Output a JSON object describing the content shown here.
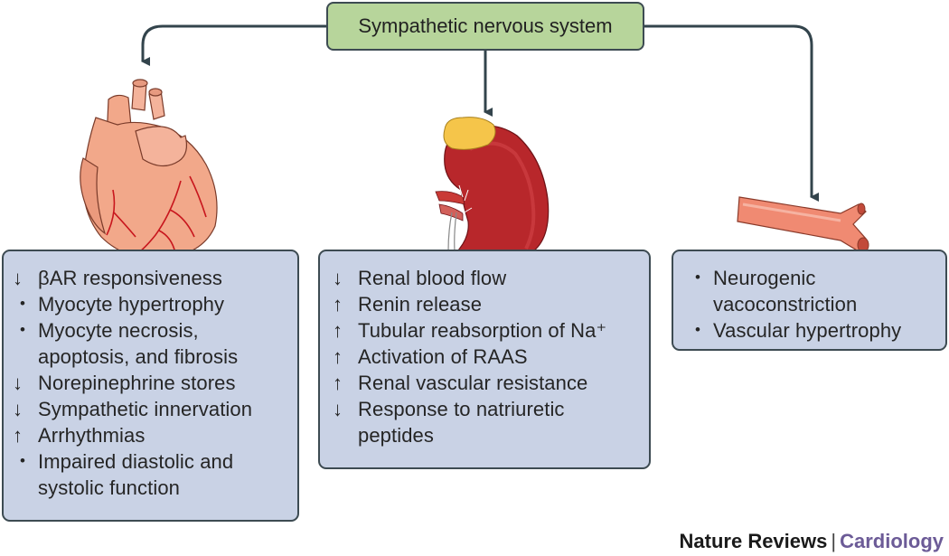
{
  "header": {
    "title": "Sympathetic nervous system"
  },
  "panels": {
    "heart": {
      "items": [
        {
          "symbol": "↓",
          "text": "βAR responsiveness"
        },
        {
          "symbol": "•",
          "text": "Myocyte hypertrophy"
        },
        {
          "symbol": "•",
          "text": "Myocyte necrosis,\napoptosis, and fibrosis"
        },
        {
          "symbol": "↓",
          "text": "Norepinephrine stores"
        },
        {
          "symbol": "↓",
          "text": "Sympathetic innervation"
        },
        {
          "symbol": "↑",
          "text": "Arrhythmias"
        },
        {
          "symbol": "•",
          "text": "Impaired diastolic and\nsystolic function"
        }
      ]
    },
    "kidney": {
      "items": [
        {
          "symbol": "↓",
          "text": "Renal blood flow"
        },
        {
          "symbol": "↑",
          "text": "Renin release"
        },
        {
          "symbol": "↑",
          "text": "Tubular reabsorption of Na⁺"
        },
        {
          "symbol": "↑",
          "text": "Activation of RAAS"
        },
        {
          "symbol": "↑",
          "text": "Renal vascular resistance"
        },
        {
          "symbol": "↓",
          "text": "Response to natriuretic\npeptides"
        }
      ]
    },
    "vessel": {
      "items": [
        {
          "symbol": "•",
          "text": "Neurogenic\nvacoconstriction"
        },
        {
          "symbol": "•",
          "text": "Vascular hypertrophy"
        }
      ]
    }
  },
  "credit": {
    "publisher": "Nature Reviews",
    "separator": "|",
    "journal": "Cardiology"
  },
  "colors": {
    "header_fill": "#b7d59b",
    "panel_fill": "#c9d2e5",
    "border": "#3d4b52",
    "heart": "#f2a88a",
    "kidney": "#b8272b",
    "adrenal": "#f5c54a",
    "vessel": "#f08a72",
    "journal": "#6c5b97"
  }
}
